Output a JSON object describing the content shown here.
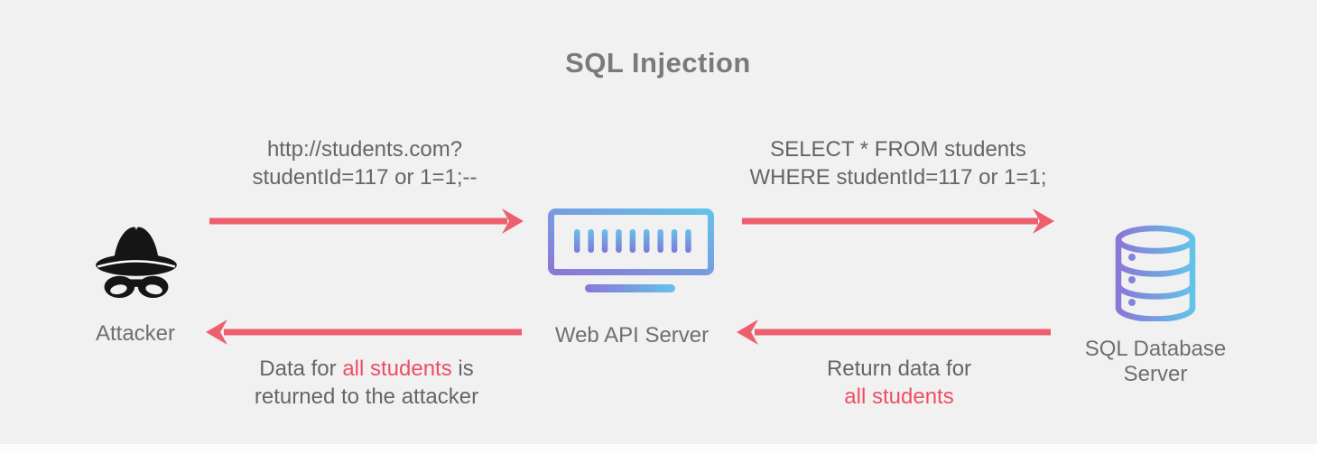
{
  "title": "SQL Injection",
  "colors": {
    "background": "#f1f1f2",
    "strip": "#fdfdfd",
    "arrow": "#ed5f6d",
    "highlight": "#ee4f63",
    "text_gray": "#656565",
    "label_gray": "#6f6f6f",
    "title_gray": "#7a7a7a",
    "icon_black": "#151515",
    "gradient_purple": "#8a77d6",
    "gradient_blue": "#63c3e9"
  },
  "nodes": {
    "attacker": {
      "label": "Attacker",
      "icon": "spy-icon"
    },
    "web_api": {
      "label": "Web API Server",
      "icon": "server-icon"
    },
    "database": {
      "label_line1": "SQL Database",
      "label_line2": "Server",
      "icon": "database-icon"
    }
  },
  "messages": {
    "request": {
      "line1": "http://students.com?",
      "line2": "studentId=117 or 1=1;--"
    },
    "query": {
      "line1": "SELECT * FROM students",
      "line2": "WHERE studentId=117 or 1=1;"
    },
    "attacker_response": {
      "prefix": "Data for ",
      "highlight": "all students",
      "suffix": " is",
      "line2": "returned to the attacker"
    },
    "db_response": {
      "line1": "Return data for",
      "highlight": "all students"
    }
  }
}
